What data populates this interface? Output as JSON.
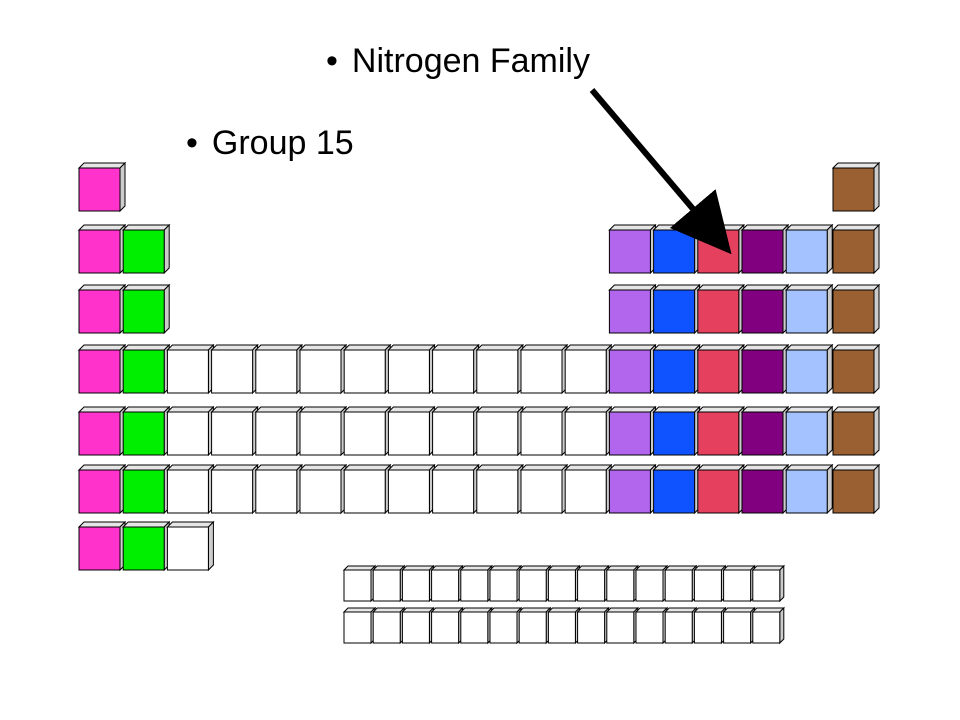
{
  "heading": "Nitrogen Family",
  "subheading": "Group 15",
  "bullet_char": "•",
  "colors": {
    "alkali": "#ff33cc",
    "alkaline_earth": "#00ee00",
    "transition": "#ffffff",
    "group13": "#b266ee",
    "group14": "#0f52ff",
    "group15": "#e6405f",
    "group16": "#800080",
    "group17": "#a3c2ff",
    "noble": "#9a6031",
    "outline": "#000000",
    "top_face": "#e6e6e6",
    "side_face": "#cccccc",
    "arrow": "#000000"
  },
  "rows": [
    [
      "alkali",
      "x",
      "x",
      "x",
      "x",
      "x",
      "x",
      "x",
      "x",
      "x",
      "x",
      "x",
      "x",
      "x",
      "x",
      "x",
      "x",
      "noble"
    ],
    [
      "alkali",
      "alkaline_earth",
      "x",
      "x",
      "x",
      "x",
      "x",
      "x",
      "x",
      "x",
      "x",
      "x",
      "group13",
      "group14",
      "group15",
      "group16",
      "group17",
      "noble"
    ],
    [
      "alkali",
      "alkaline_earth",
      "x",
      "x",
      "x",
      "x",
      "x",
      "x",
      "x",
      "x",
      "x",
      "x",
      "group13",
      "group14",
      "group15",
      "group16",
      "group17",
      "noble"
    ],
    [
      "alkali",
      "alkaline_earth",
      "transition",
      "transition",
      "transition",
      "transition",
      "transition",
      "transition",
      "transition",
      "transition",
      "transition",
      "transition",
      "group13",
      "group14",
      "group15",
      "group16",
      "group17",
      "noble"
    ],
    [
      "alkali",
      "alkaline_earth",
      "transition",
      "transition",
      "transition",
      "transition",
      "transition",
      "transition",
      "transition",
      "transition",
      "transition",
      "transition",
      "group13",
      "group14",
      "group15",
      "group16",
      "group17",
      "noble"
    ],
    [
      "alkali",
      "alkaline_earth",
      "transition",
      "transition",
      "transition",
      "transition",
      "transition",
      "transition",
      "transition",
      "transition",
      "transition",
      "transition",
      "group13",
      "group14",
      "group15",
      "group16",
      "group17",
      "noble"
    ],
    [
      "alkali",
      "alkaline_earth",
      "transition"
    ]
  ],
  "f_block_rows": 2,
  "f_block_cols": 15,
  "highlighted_group": "group15"
}
